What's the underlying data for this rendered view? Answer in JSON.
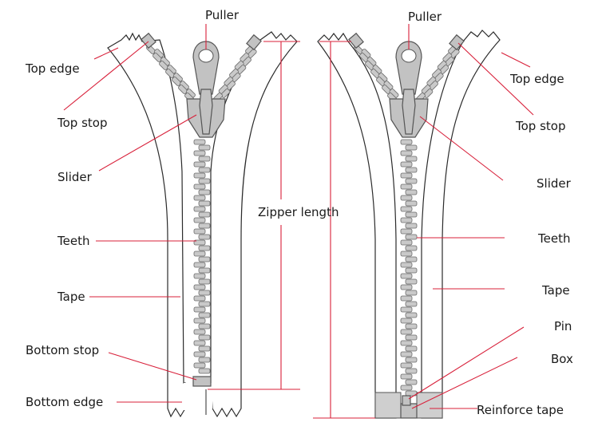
{
  "left_zipper": {
    "labels": {
      "puller": "Puller",
      "top_edge": "Top edge",
      "top_stop": "Top stop",
      "slider": "Slider",
      "teeth": "Teeth",
      "tape": "Tape",
      "bottom_stop": "Bottom stop",
      "bottom_edge": "Bottom edge"
    }
  },
  "center": {
    "zipper_length": "Zipper length"
  },
  "right_zipper": {
    "labels": {
      "puller": "Puller",
      "top_edge": "Top edge",
      "top_stop": "Top stop",
      "slider": "Slider",
      "teeth": "Teeth",
      "tape": "Tape",
      "pin": "Pin",
      "box": "Box",
      "reinforce_tape": "Reinforce tape"
    }
  },
  "colors": {
    "leader": "#d8203a",
    "metal": "#c2c2c2",
    "outline": "#2b2b2b"
  }
}
